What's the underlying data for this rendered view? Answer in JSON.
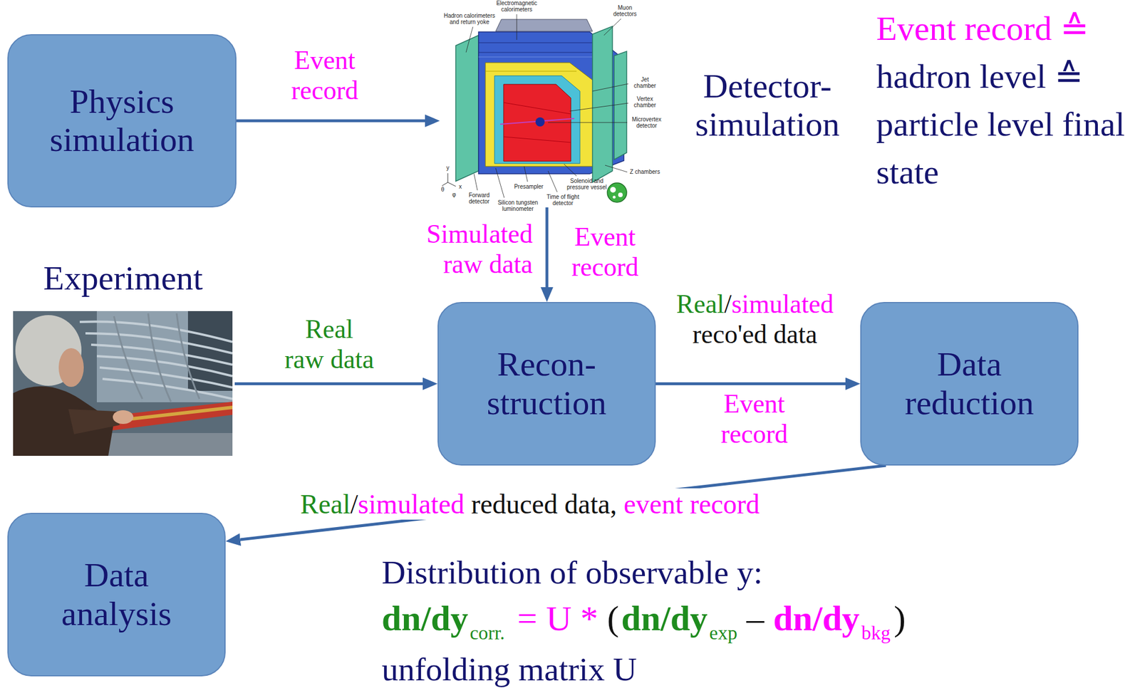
{
  "diagram": {
    "nodes": [
      {
        "text": [
          "Physics simulation"
        ]
      },
      {
        "text": [
          "Detector- simulation"
        ]
      },
      {
        "text": [
          "Experiment"
        ]
      },
      {
        "text": [
          "Recon- struction"
        ]
      },
      {
        "text": [
          "Data reduction"
        ]
      },
      {
        "text": [
          "Data analysis"
        ]
      }
    ],
    "edges": [
      {
        "from": 0,
        "to": 1,
        "label": "Event record",
        "arrow": "to"
      },
      {
        "from": 1,
        "to": 3,
        "label": "Simulated raw data",
        "arrow": "to"
      },
      {
        "from": 2,
        "to": 3,
        "label": "Real raw data",
        "arrow": "to"
      },
      {
        "from": 3,
        "to": 4,
        "label": "Real/simulated reco'ed data",
        "arrow": "to"
      },
      {
        "from": 4,
        "to": 5,
        "label": "Real/simulated reduced data, event record",
        "arrow": "to"
      }
    ],
    "labels": [
      "Event record",
      "Event record",
      "Event record ≙",
      "hadron level ≙",
      "particle level final state",
      "Distribution of observable y:",
      "dn/dy",
      "corr.",
      "= U *",
      "(",
      "dn/dy",
      "exp",
      "–",
      "dn/dy",
      "bkg",
      ")",
      "unfolding matrix U",
      "Hadron calorimeters and return yoke",
      "Electromagnetic calorimeters",
      "Muon detectors",
      "Jet chamber",
      "Vertex chamber",
      "Microvertex detector",
      "Z chambers",
      "Solenoid and pressure vessel",
      "Time of flight detector",
      "Presampler",
      "Silicon tungsten luminometer",
      "Forward detector",
      "y",
      "x",
      "θ",
      "φ"
    ]
  }
}
